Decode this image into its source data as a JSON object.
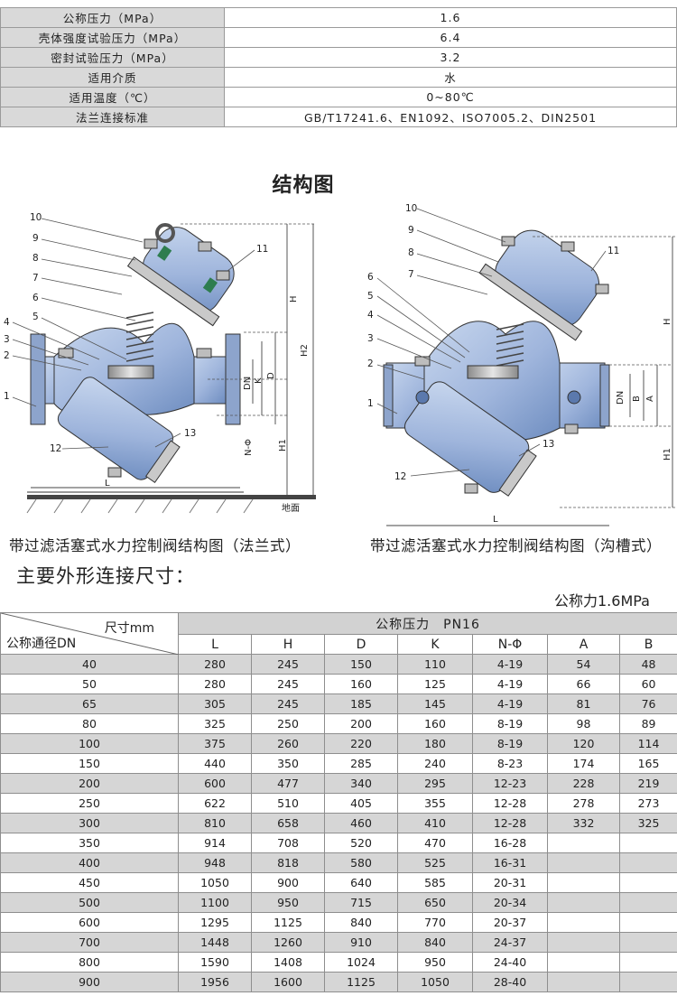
{
  "spec_table": {
    "rows": [
      {
        "label": "公称压力（MPa）",
        "value": "1.6"
      },
      {
        "label": "壳体强度试验压力（MPa）",
        "value": "6.4"
      },
      {
        "label": "密封试验压力（MPa）",
        "value": "3.2"
      },
      {
        "label": "适用介质",
        "value": "水"
      },
      {
        "label": "适用温度（℃）",
        "value": "0~80℃"
      },
      {
        "label": "法兰连接标准",
        "value": "GB/T17241.6、EN1092、ISO7005.2、DIN2501"
      }
    ]
  },
  "figure": {
    "title": "结构图",
    "left": {
      "caption": "带过滤活塞式水力控制阀结构图（法兰式）",
      "part_numbers": [
        "10",
        "9",
        "8",
        "7",
        "6",
        "5",
        "4",
        "3",
        "2",
        "1",
        "11",
        "12",
        "13"
      ],
      "dimension_labels": [
        "H",
        "H2",
        "D",
        "K",
        "DN",
        "N-Φ",
        "H1",
        "L"
      ],
      "ground_label": "地面"
    },
    "right": {
      "caption": "带过滤活塞式水力控制阀结构图（沟槽式）",
      "part_numbers": [
        "10",
        "9",
        "8",
        "7",
        "6",
        "5",
        "4",
        "3",
        "2",
        "1",
        "11",
        "12",
        "13"
      ],
      "dimension_labels": [
        "H",
        "DN",
        "B",
        "A",
        "H1",
        "L"
      ]
    }
  },
  "dims_heading": "主要外形连接尺寸：",
  "pressure_note": "公称力1.6MPa",
  "dim_table": {
    "corner_top": "尺寸mm",
    "corner_bottom": "公称通径DN",
    "group_header": "公称压力　PN16",
    "columns": [
      "L",
      "H",
      "D",
      "K",
      "N-Φ",
      "A",
      "B"
    ],
    "rows": [
      [
        "40",
        "280",
        "245",
        "150",
        "110",
        "4-19",
        "54",
        "48"
      ],
      [
        "50",
        "280",
        "245",
        "160",
        "125",
        "4-19",
        "66",
        "60"
      ],
      [
        "65",
        "305",
        "245",
        "185",
        "145",
        "4-19",
        "81",
        "76"
      ],
      [
        "80",
        "325",
        "250",
        "200",
        "160",
        "8-19",
        "98",
        "89"
      ],
      [
        "100",
        "375",
        "260",
        "220",
        "180",
        "8-19",
        "120",
        "114"
      ],
      [
        "150",
        "440",
        "350",
        "285",
        "240",
        "8-23",
        "174",
        "165"
      ],
      [
        "200",
        "600",
        "477",
        "340",
        "295",
        "12-23",
        "228",
        "219"
      ],
      [
        "250",
        "622",
        "510",
        "405",
        "355",
        "12-28",
        "278",
        "273"
      ],
      [
        "300",
        "810",
        "658",
        "460",
        "410",
        "12-28",
        "332",
        "325"
      ],
      [
        "350",
        "914",
        "708",
        "520",
        "470",
        "16-28",
        "",
        ""
      ],
      [
        "400",
        "948",
        "818",
        "580",
        "525",
        "16-31",
        "",
        ""
      ],
      [
        "450",
        "1050",
        "900",
        "640",
        "585",
        "20-31",
        "",
        ""
      ],
      [
        "500",
        "1100",
        "950",
        "715",
        "650",
        "20-34",
        "",
        ""
      ],
      [
        "600",
        "1295",
        "1125",
        "840",
        "770",
        "20-37",
        "",
        ""
      ],
      [
        "700",
        "1448",
        "1260",
        "910",
        "840",
        "24-37",
        "",
        ""
      ],
      [
        "800",
        "1590",
        "1408",
        "1024",
        "950",
        "24-40",
        "",
        ""
      ],
      [
        "900",
        "1956",
        "1600",
        "1125",
        "1050",
        "28-40",
        "",
        ""
      ]
    ]
  },
  "colors": {
    "valve_body": "#a9bedf",
    "valve_dark": "#6f8fbf",
    "metal": "#c9c9c9",
    "gasket": "#2e7d4f",
    "header_gray": "#d6d6d6"
  }
}
